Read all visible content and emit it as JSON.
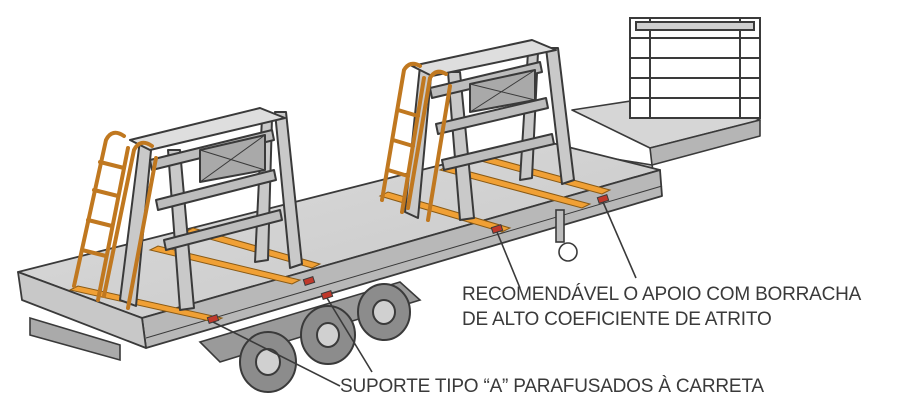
{
  "diagram": {
    "callouts": {
      "friction_line1": "RECOMENDÁVEL O APOIO COM BORRACHA",
      "friction_line2": "DE ALTO COEFICIENTE DE ATRITO",
      "support": "SUPORTE TIPO “A” PARAFUSADOS À CARRETA"
    },
    "colors": {
      "outline": "#3a3a3a",
      "frame_grey": "#c9c9c9",
      "deck_grey": "#d2d2d2",
      "deck_side": "#b8b8b8",
      "wheel": "#8c8c8c",
      "ladder_orange": "#f2a640",
      "strap_orange": "#f0a035",
      "rubber_red": "#c0392b"
    },
    "icons": [
      "flatbed-trailer",
      "a-frame-rack",
      "ladder",
      "rubber-pad",
      "wheel"
    ]
  }
}
